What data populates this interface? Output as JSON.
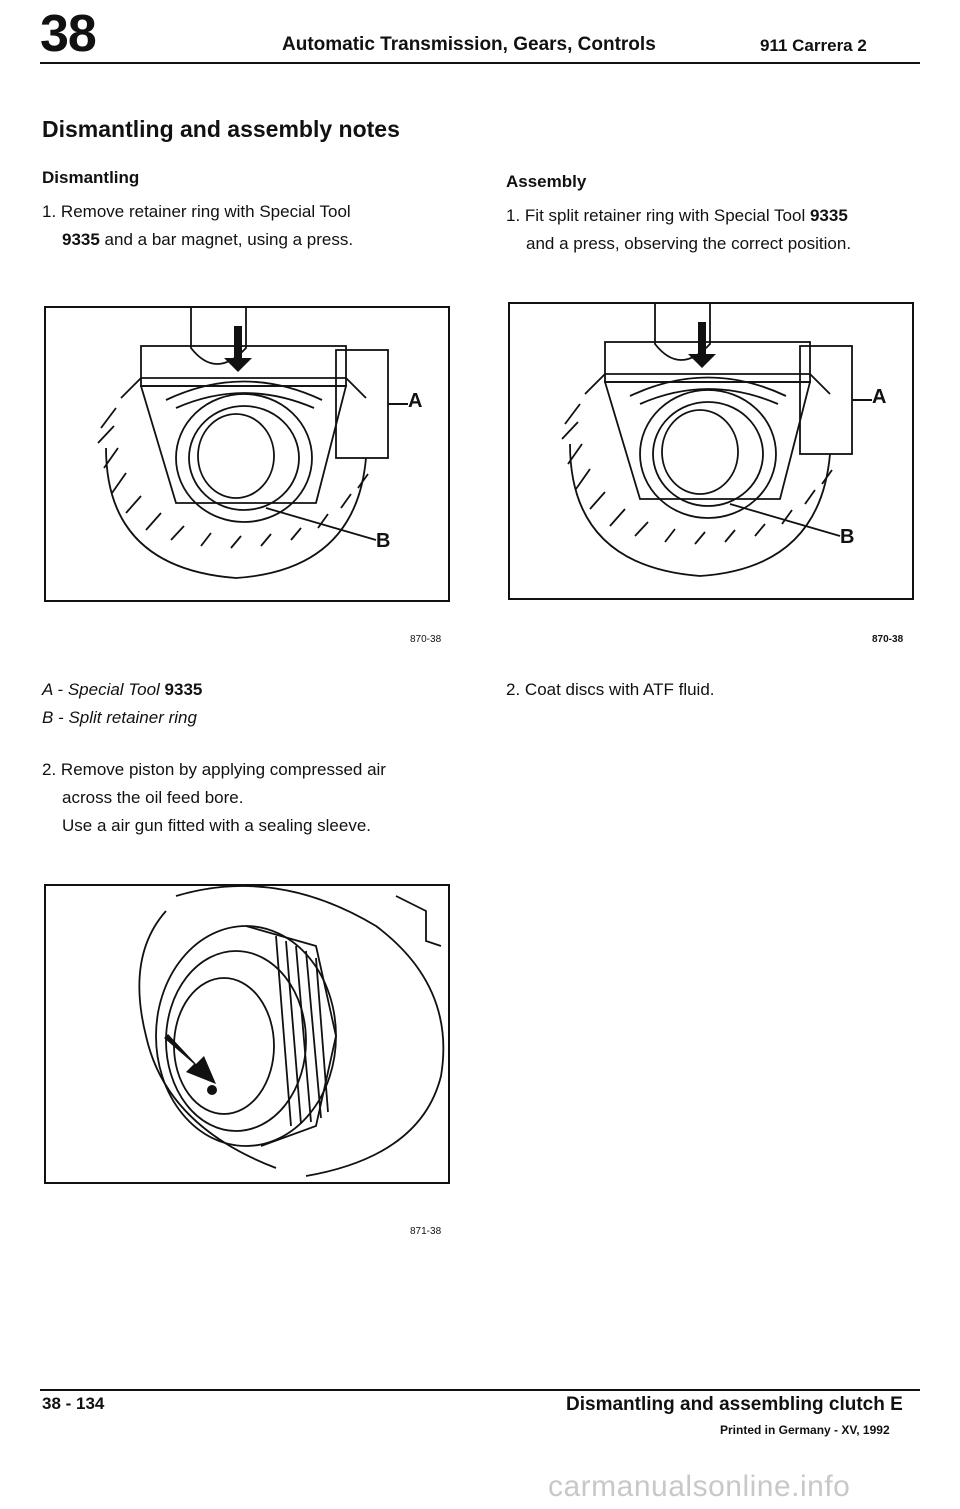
{
  "header": {
    "chapter_number": "38",
    "title": "Automatic Transmission, Gears, Controls",
    "model": "911 Carrera 2"
  },
  "section_title": "Dismantling and assembly notes",
  "dismantling": {
    "heading": "Dismantling",
    "step1": {
      "number": "1.",
      "line1": "Remove retainer ring with Special Tool",
      "line2_bold": "9335",
      "line2_rest": " and a bar magnet, using a press."
    },
    "figure1": {
      "callout_a": "A",
      "callout_b": "B",
      "code": "870-38"
    },
    "legend": {
      "a_prefix": "A - Special Tool ",
      "a_bold": "9335",
      "b": "B - Split retainer ring"
    },
    "step2": {
      "number": "2.",
      "line1": "Remove piston by applying compressed air",
      "line2": "across the oil feed bore.",
      "line3": "Use a air gun fitted with a sealing sleeve."
    },
    "figure2": {
      "code": "871-38"
    }
  },
  "assembly": {
    "heading": "Assembly",
    "step1": {
      "number": "1.",
      "line1_text": "Fit split retainer ring with Special Tool ",
      "line1_bold": "9335",
      "line2": "and a press, observing the correct position."
    },
    "figure": {
      "callout_a": "A",
      "callout_b": "B",
      "code": "870-38"
    },
    "step2": {
      "number": "2.",
      "text": "Coat discs with ATF fluid."
    }
  },
  "footer": {
    "page": "38 - 134",
    "section": "Dismantling and assembling clutch E",
    "printed": "Printed in Germany - XV, 1992"
  },
  "watermark": "carmanualsonline.info"
}
